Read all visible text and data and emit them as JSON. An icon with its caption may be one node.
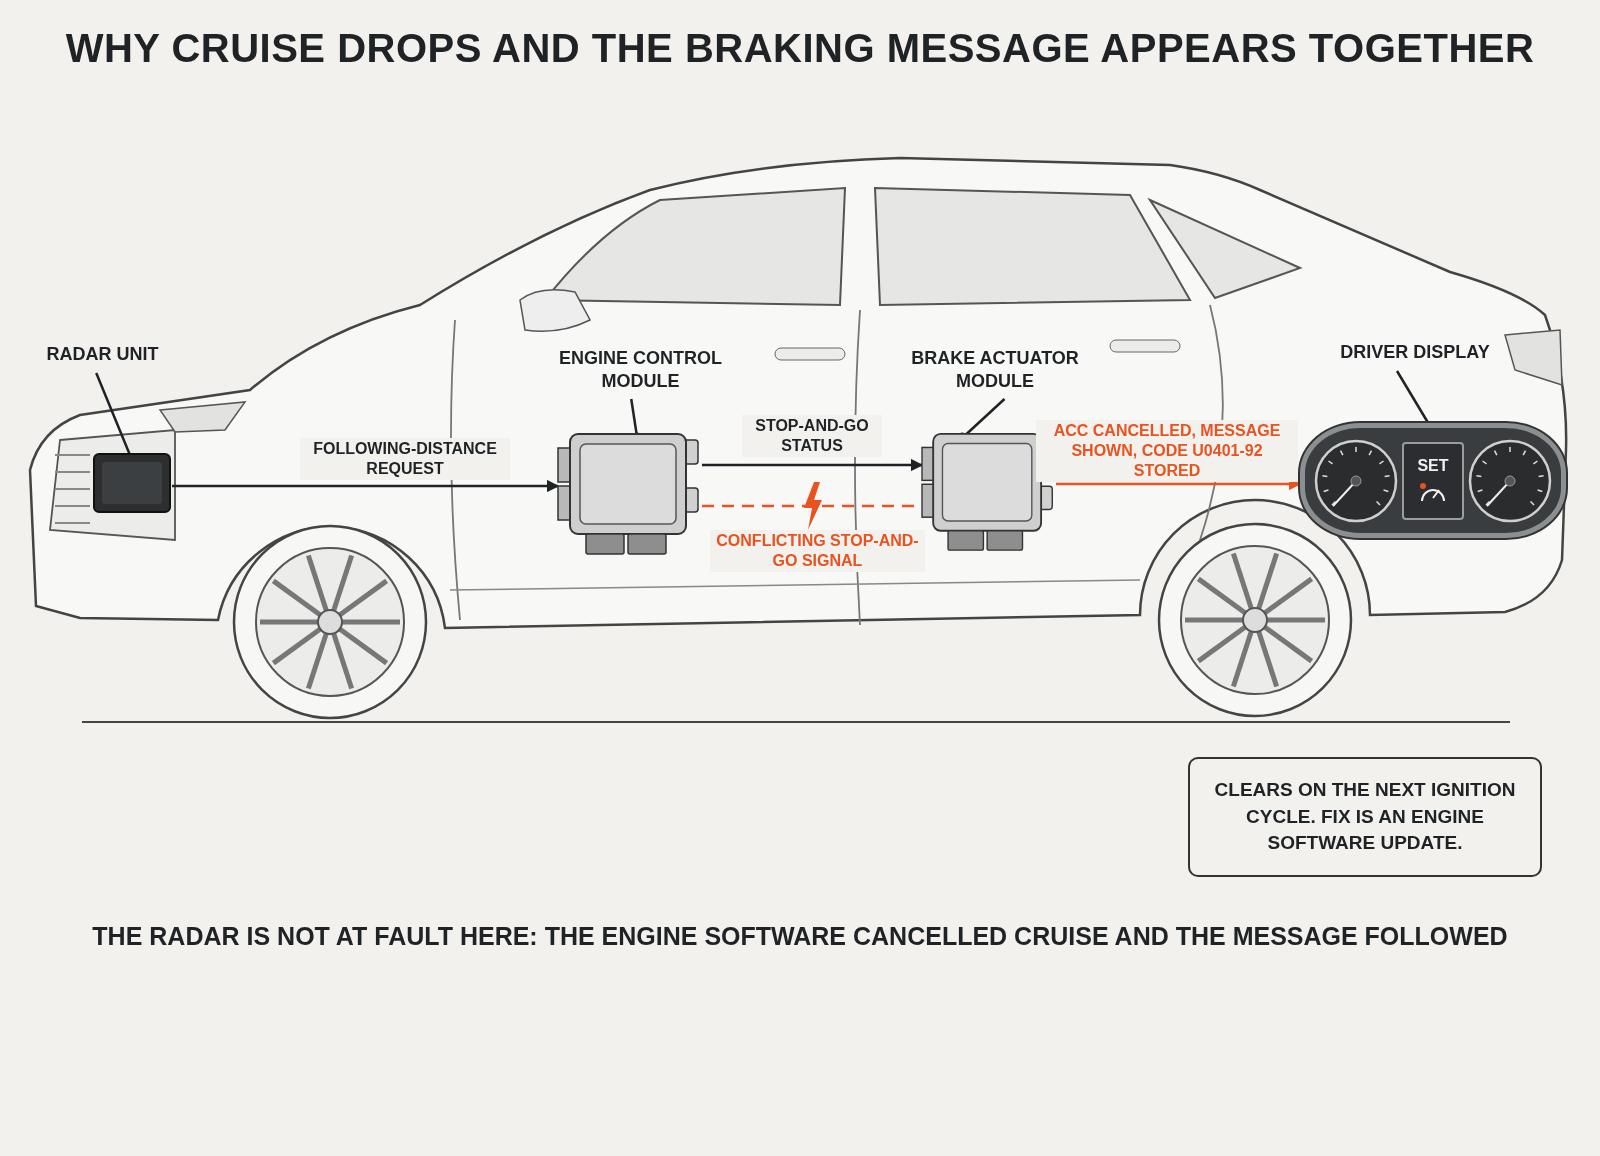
{
  "diagram": {
    "title": "WHY CRUISE DROPS AND THE BRAKING MESSAGE APPEARS TOGETHER",
    "caption": "THE RADAR IS NOT AT FAULT HERE: THE ENGINE SOFTWARE CANCELLED CRUISE AND THE MESSAGE FOLLOWED",
    "nodes": [
      {
        "text": [
          "RADAR UNIT"
        ]
      },
      {
        "text": [],
        "shape": "box"
      },
      {
        "text": [
          "ENGINE CONTROL MODULE"
        ]
      },
      {
        "text": [],
        "shape": "box"
      },
      {
        "text": [
          "BRAKE ACTUATOR MODULE"
        ]
      },
      {
        "text": [],
        "shape": "box"
      },
      {
        "text": [
          "DRIVER DISPLAY"
        ]
      },
      {
        "text": [],
        "shape": "box"
      },
      {
        "text": [
          "SET"
        ],
        "in": 7
      },
      {
        "text": [
          "CLEARS ON THE NEXT IGNITION CYCLE. FIX IS AN ENGINE SOFTWARE UPDATE."
        ]
      }
    ],
    "edges": [
      {
        "from": 0,
        "to": 1,
        "arrow": "other"
      },
      {
        "from": 2,
        "to": 3,
        "arrow": "other"
      },
      {
        "from": 4,
        "to": 5,
        "arrow": "other"
      },
      {
        "from": 6,
        "to": 7,
        "arrow": "other"
      },
      {
        "from": 1,
        "to": 3,
        "arrow": "to",
        "label": "FOLLOWING-DISTANCE REQUEST"
      },
      {
        "from": 3,
        "to": 5,
        "arrow": "to",
        "label": "STOP-AND-GO STATUS"
      },
      {
        "from": 3,
        "to": 5,
        "arrow": "none",
        "label": "CONFLICTING STOP-AND-GO SIGNAL",
        "style": "dashed",
        "color": "#e8531f"
      },
      {
        "from": 5,
        "to": 7,
        "arrow": "to",
        "label": "ACC CANCELLED, MESSAGE SHOWN, CODE U0401-92 STORED",
        "color": "#e8531f"
      }
    ]
  }
}
